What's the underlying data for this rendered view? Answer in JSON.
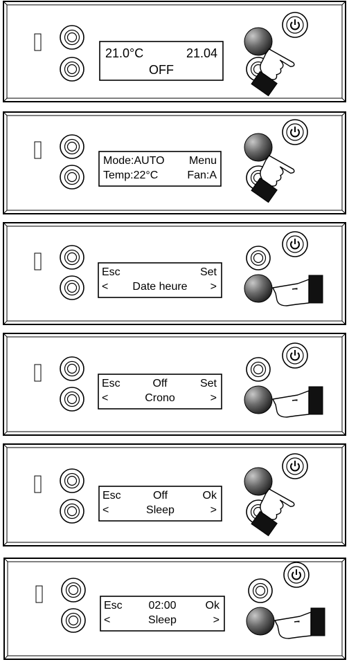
{
  "panels": [
    {
      "display": {
        "top_left": "21.0°C",
        "top_right": "21.04",
        "bottom_center": "OFF"
      },
      "pressed_button": "upper-right",
      "icon": "power-icon"
    },
    {
      "display": {
        "top_left": "Mode:AUTO",
        "top_right": "Menu",
        "bottom_left": "Temp:22°C",
        "bottom_right": "Fan:A"
      },
      "pressed_button": "upper-right",
      "icon": "power-icon"
    },
    {
      "display": {
        "top_left": "Esc",
        "top_right": "Set",
        "bottom_left": "<",
        "bottom_center": "Date heure",
        "bottom_right": ">"
      },
      "pressed_button": "lower-right",
      "icon": "power-icon"
    },
    {
      "display": {
        "top_left": "Esc",
        "top_center": "Off",
        "top_right": "Set",
        "bottom_left": "<",
        "bottom_center": "Crono",
        "bottom_right": ">"
      },
      "pressed_button": "lower-right",
      "icon": "power-icon"
    },
    {
      "display": {
        "top_left": "Esc",
        "top_center": "Off",
        "top_right": "Ok",
        "bottom_left": "<",
        "bottom_center": "Sleep",
        "bottom_right": ">"
      },
      "pressed_button": "upper-right",
      "icon": "power-icon"
    },
    {
      "display": {
        "top_left": "Esc",
        "top_center": "02:00",
        "top_right": "Ok",
        "bottom_left": "<",
        "bottom_center": "Sleep",
        "bottom_right": ">"
      },
      "pressed_button": "lower-right",
      "icon": "power-icon"
    }
  ]
}
